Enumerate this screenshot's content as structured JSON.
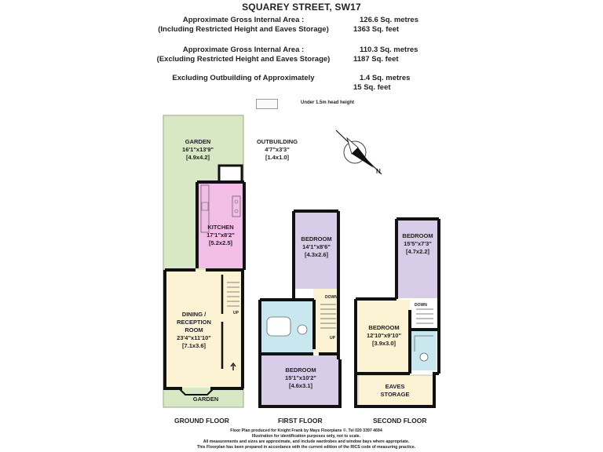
{
  "header": {
    "title": "SQUAREY STREET, SW17",
    "gross_incl": {
      "label_line1": "Approximate Gross Internal Area :",
      "label_line2": "(Including Restricted Height and Eaves Storage)",
      "metres": "126.6 Sq. metres",
      "feet": "1363 Sq. feet"
    },
    "gross_excl": {
      "label_line1": "Approximate Gross Internal Area :",
      "label_line2": "(Excluding Restricted Height and Eaves Storage)",
      "metres": "110.3 Sq. metres",
      "feet": "1187 Sq. feet"
    },
    "outbuilding_area": {
      "label": "Excluding Outbuilding of Approximately",
      "metres": "1.4 Sq. metres",
      "feet": "15 Sq. feet"
    }
  },
  "legend": {
    "restricted_height": "Under 1.5m head height"
  },
  "colors": {
    "garden": "#d9e8c4",
    "kitchen": "#f2bde6",
    "reception": "#fbf3d3",
    "bedroom": "#d8cce8",
    "bathroom": "#c9e7ee",
    "wall": "#111111"
  },
  "compass": {
    "label": "N"
  },
  "ground_floor": {
    "label": "GROUND FLOOR",
    "garden": {
      "name": "GARDEN",
      "imperial": "16'1\"x13'9\"",
      "metric": "[4.9x4.2]"
    },
    "outbuilding": {
      "name": "OUTBUILDING",
      "imperial": "4'7\"x3'3\"",
      "metric": "[1.4x1.0]"
    },
    "kitchen": {
      "name": "KITCHEN",
      "imperial": "17'1\"x8'2\"",
      "metric": "[5.2x2.5]"
    },
    "dining": {
      "name_line1": "DINING /",
      "name_line2": "RECEPTION",
      "name_line3": "ROOM",
      "imperial": "23'4\"x11'10\"",
      "metric": "[7.1x3.6]"
    },
    "front_garden": {
      "name": "GARDEN"
    },
    "stairs": "UP"
  },
  "first_floor": {
    "label": "FIRST FLOOR",
    "bedroom_rear": {
      "name": "BEDROOM",
      "imperial": "14'1\"x8'6\"",
      "metric": "[4.3x2.6]"
    },
    "bedroom_front": {
      "name": "BEDROOM",
      "imperial": "15'1\"x10'2\"",
      "metric": "[4.6x3.1]"
    },
    "stairs_down": "DOWN",
    "stairs_up": "UP"
  },
  "second_floor": {
    "label": "SECOND FLOOR",
    "bedroom_rear": {
      "name": "BEDROOM",
      "imperial": "15'5\"x7'3\"",
      "metric": "[4.7x2.2]"
    },
    "bedroom_main": {
      "name": "BEDROOM",
      "imperial": "12'10\"x9'10\"",
      "metric": "[3.9x3.0]"
    },
    "eaves": {
      "name_line1": "EAVES",
      "name_line2": "STORAGE"
    },
    "stairs_down": "DOWN"
  },
  "footer": {
    "line1": "Floor Plan produced for Knight Frank by Mays Floorplans ©. Tel 020 3397 4694",
    "line2": "Illustration for identification purposes only, not to scale.",
    "line3": "All measurements and sizes are approximate, and include wardrobes and window bays where appropriate.",
    "line4": "This Floorplan has been prepared in accordance with the current edition of the RICS code of measuring practice."
  }
}
